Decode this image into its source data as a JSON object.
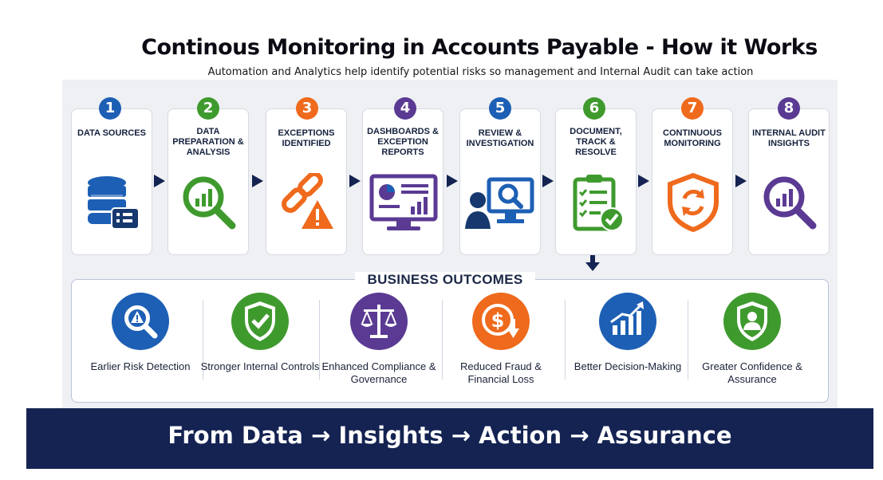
{
  "title": "Continous Monitoring in Accounts Payable - How it Works",
  "subtitle": "Automation and Analytics help identify potential risks so management and Internal Audit can take action with confidence",
  "colors": {
    "navy": "#142352",
    "blue": "#1d5fb4",
    "green": "#3f9a2e",
    "orange": "#ef6a1d",
    "purple": "#5a3a93"
  },
  "steps": [
    {
      "number": "1",
      "label": "Data Sources",
      "icon": "database-icon",
      "color": "#1d5fb4"
    },
    {
      "number": "2",
      "label": "Data Preparation & Analysis",
      "icon": "magnifier-chart-icon",
      "color": "#3f9a2e"
    },
    {
      "number": "3",
      "label": "Exceptions Identified",
      "icon": "broken-chain-warning-icon",
      "color": "#ef6a1d"
    },
    {
      "number": "4",
      "label": "Dashboards & Exception Reports",
      "icon": "dashboard-monitor-icon",
      "color": "#5a3a93"
    },
    {
      "number": "5",
      "label": "Review & Investigation",
      "icon": "reviewer-monitor-icon",
      "color": "#1d5fb4"
    },
    {
      "number": "6",
      "label": "Document, Track & Resolve",
      "icon": "checklist-clipboard-icon",
      "color": "#3f9a2e"
    },
    {
      "number": "7",
      "label": "Continuous Monitoring",
      "icon": "shield-refresh-icon",
      "color": "#ef6a1d"
    },
    {
      "number": "8",
      "label": "Internal Audit Insights",
      "icon": "magnifier-chart-icon",
      "color": "#5a3a93"
    }
  ],
  "outcomes_title": "BUSINESS OUTCOMES",
  "outcomes": [
    {
      "label": "Earlier Risk Detection",
      "icon": "magnifier-alert-icon",
      "color": "#1d5fb4"
    },
    {
      "label": "Stronger Internal Controls",
      "icon": "shield-check-icon",
      "color": "#3f9a2e"
    },
    {
      "label": "Enhanced Compliance & Governance",
      "icon": "scales-icon",
      "color": "#5a3a93"
    },
    {
      "label": "Reduced Fraud & Financial Loss",
      "icon": "dollar-down-icon",
      "color": "#ef6a1d"
    },
    {
      "label": "Better Decision-Making",
      "icon": "rising-chart-icon",
      "color": "#1d5fb4"
    },
    {
      "label": "Greater Confidence & Assurance",
      "icon": "shield-person-icon",
      "color": "#3f9a2e"
    }
  ],
  "footer": "From Data → Insights → Action → Assurance"
}
